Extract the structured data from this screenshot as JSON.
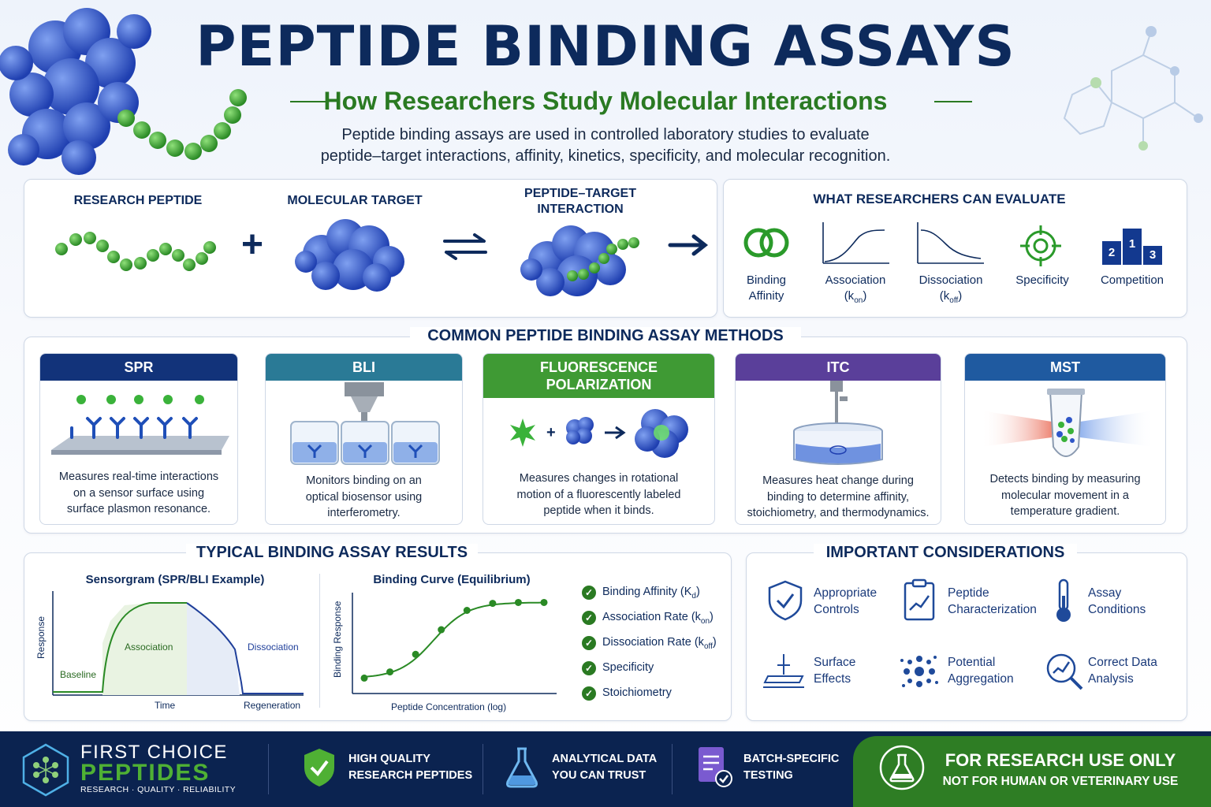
{
  "header": {
    "title": "PEPTIDE BINDING ASSAYS",
    "subtitle": "How Researchers Study Molecular Interactions",
    "intro_line1": "Peptide binding assays are used in controlled laboratory studies to evaluate",
    "intro_line2": "peptide–target interactions, affinity, kinetics, specificity, and molecular recognition."
  },
  "interaction": {
    "research_peptide": "RESEARCH PEPTIDE",
    "plus": "+",
    "molecular_target": "MOLECULAR TARGET",
    "complex_line1": "PEPTIDE–TARGET",
    "complex_line2": "INTERACTION"
  },
  "evaluate": {
    "title": "WHAT RESEARCHERS CAN EVALUATE",
    "items": [
      {
        "line1": "Binding",
        "line2": "Affinity"
      },
      {
        "line1": "Association",
        "line2": "(k",
        "sub": "on",
        "tail": ")"
      },
      {
        "line1": "Dissociation",
        "line2": "(k",
        "sub": "off",
        "tail": ")"
      },
      {
        "line1": "Specificity",
        "line2": ""
      },
      {
        "line1": "Competition",
        "line2": ""
      }
    ],
    "podium": [
      "2",
      "1",
      "3"
    ]
  },
  "methods": {
    "title": "COMMON PEPTIDE BINDING ASSAY METHODS",
    "cards": [
      {
        "name": "SPR",
        "name2": "",
        "l1": "Measures real-time interactions",
        "l2": "on a sensor surface using",
        "l3": "surface plasmon resonance.",
        "color": "#12337a"
      },
      {
        "name": "BLI",
        "name2": "",
        "l1": "Monitors binding on an",
        "l2": "optical biosensor using",
        "l3": "interferometry.",
        "color": "#2a7a96"
      },
      {
        "name": "FLUORESCENCE",
        "name2": "POLARIZATION",
        "l1": "Measures changes in rotational",
        "l2": "motion of a fluorescently labeled",
        "l3": "peptide when it binds.",
        "color": "#3f9a34"
      },
      {
        "name": "ITC",
        "name2": "",
        "l1": "Measures heat change during",
        "l2": "binding to determine affinity,",
        "l3": "stoichiometry, and thermodynamics.",
        "color": "#5a3f9a"
      },
      {
        "name": "MST",
        "name2": "",
        "l1": "Detects binding by measuring",
        "l2": "molecular movement in a",
        "l3": "temperature gradient.",
        "color": "#1f5aa0"
      }
    ]
  },
  "results": {
    "title": "TYPICAL BINDING ASSAY RESULTS",
    "sensorgram": {
      "title": "Sensorgram (SPR/BLI Example)",
      "ylabel": "Response",
      "xlabel": "Time",
      "baseline": "Baseline",
      "association": "Association",
      "dissociation": "Dissociation",
      "regeneration": "Regeneration"
    },
    "binding_curve": {
      "title": "Binding Curve (Equilibrium)",
      "ylabel": "Binding Response",
      "xlabel": "Peptide Concentration (log)"
    },
    "checklist": [
      {
        "text": "Binding Affinity (K",
        "sub": "d",
        "tail": ")"
      },
      {
        "text": "Association Rate (k",
        "sub": "on",
        "tail": ")"
      },
      {
        "text": "Dissociation Rate (k",
        "sub": "off",
        "tail": ")"
      },
      {
        "text": "Specificity",
        "sub": "",
        "tail": ""
      },
      {
        "text": "Stoichiometry",
        "sub": "",
        "tail": ""
      }
    ]
  },
  "considerations": {
    "title": "IMPORTANT CONSIDERATIONS",
    "items": [
      {
        "l1": "Appropriate",
        "l2": "Controls"
      },
      {
        "l1": "Peptide",
        "l2": "Characterization"
      },
      {
        "l1": "Assay",
        "l2": "Conditions"
      },
      {
        "l1": "Surface",
        "l2": "Effects"
      },
      {
        "l1": "Potential",
        "l2": "Aggregation"
      },
      {
        "l1": "Correct Data",
        "l2": "Analysis"
      }
    ]
  },
  "footer": {
    "brand1": "FIRST CHOICE",
    "brand2": "PEPTIDES",
    "tagline": "RESEARCH · QUALITY · RELIABILITY",
    "f1a": "HIGH QUALITY",
    "f1b": "RESEARCH PEPTIDES",
    "f2a": "ANALYTICAL DATA",
    "f2b": "YOU CAN TRUST",
    "f3a": "BATCH-SPECIFIC",
    "f3b": "TESTING",
    "ruo1": "FOR RESEARCH USE ONLY",
    "ruo2": "NOT FOR HUMAN OR VETERINARY USE"
  },
  "colors": {
    "navy": "#0d2a5c",
    "green": "#2a7a22",
    "blue": "#2f56c8"
  },
  "chart_data": [
    {
      "type": "line",
      "title": "Sensorgram (SPR/BLI Example)",
      "xlabel": "Time",
      "ylabel": "Response",
      "phases": [
        "Baseline",
        "Association",
        "Dissociation",
        "Regeneration"
      ]
    },
    {
      "type": "scatter",
      "title": "Binding Curve (Equilibrium)",
      "xlabel": "Peptide Concentration (log)",
      "ylabel": "Binding Response",
      "x": [
        1,
        2,
        3,
        4,
        5,
        6,
        7,
        8
      ],
      "y": [
        0.05,
        0.12,
        0.32,
        0.6,
        0.82,
        0.9,
        0.91,
        0.91
      ]
    }
  ]
}
